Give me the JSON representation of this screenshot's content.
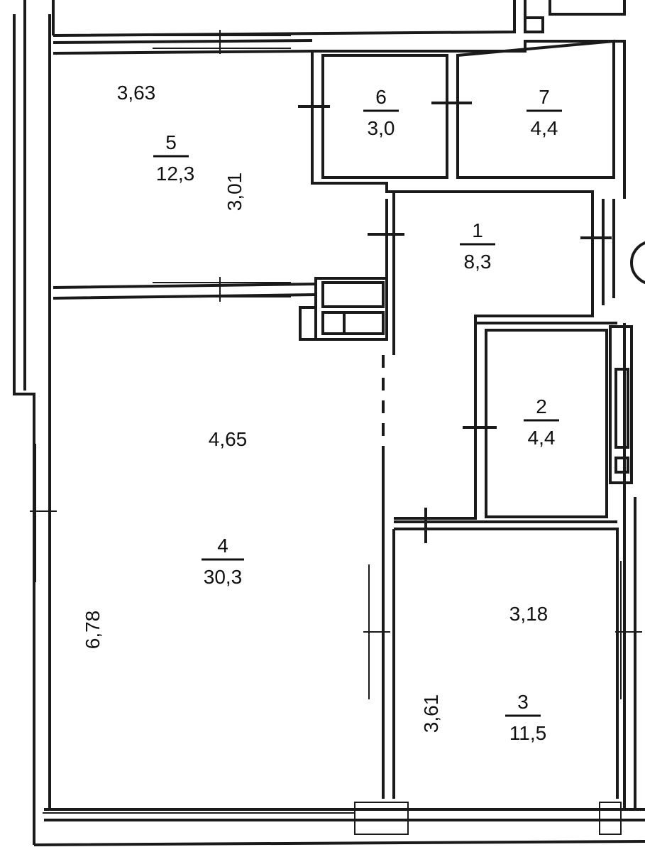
{
  "rooms": [
    {
      "number": "1",
      "area": "8,3"
    },
    {
      "number": "2",
      "area": "4,4"
    },
    {
      "number": "3",
      "area": "11,5"
    },
    {
      "number": "4",
      "area": "30,3"
    },
    {
      "number": "5",
      "area": "12,3"
    },
    {
      "number": "6",
      "area": "3,0"
    },
    {
      "number": "7",
      "area": "4,4"
    }
  ],
  "dimensions": {
    "room5_width": "3,63",
    "room5_depth": "3,01",
    "room4_width": "4,65",
    "room4_depth": "6,78",
    "room3_width": "3,18",
    "room3_depth": "3,61"
  },
  "colors": {
    "wall": "#1a1a1a",
    "background": "#ffffff"
  }
}
